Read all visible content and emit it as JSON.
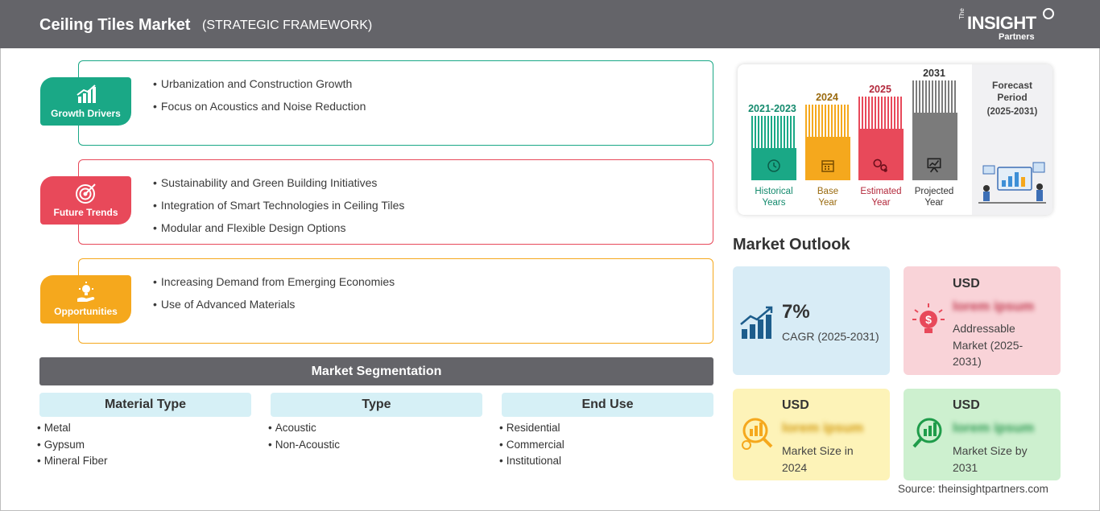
{
  "header": {
    "title": "Ceiling Tiles Market",
    "subtitle": "(STRATEGIC FRAMEWORK)",
    "logo_the": "The",
    "logo_insight": "INSIGHT",
    "logo_partners": "Partners"
  },
  "panels": [
    {
      "label": "Growth Drivers",
      "icon": "growth-chart-icon",
      "color": "#1aa886",
      "items": [
        "Urbanization and Construction Growth",
        "Focus on Acoustics and Noise Reduction"
      ]
    },
    {
      "label": "Future Trends",
      "icon": "target-icon",
      "color": "#e8495a",
      "items": [
        "Sustainability and Green Building Initiatives",
        "Integration of Smart Technologies in Ceiling Tiles",
        "Modular and Flexible Design Options"
      ]
    },
    {
      "label": "Opportunities",
      "icon": "lightbulb-hand-icon",
      "color": "#f5a81d",
      "items": [
        "Increasing Demand from Emerging Economies",
        "Use of Advanced Materials"
      ]
    }
  ],
  "segmentation": {
    "title": "Market Segmentation",
    "columns": [
      {
        "head": "Material Type",
        "items": [
          "Metal",
          "Gypsum",
          "Mineral Fiber"
        ]
      },
      {
        "head": "Type",
        "items": [
          "Acoustic",
          "Non-Acoustic"
        ]
      },
      {
        "head": "End Use",
        "items": [
          "Residential",
          "Commercial",
          "Institutional"
        ]
      }
    ]
  },
  "timeline": {
    "bars": [
      {
        "year": "2021-2023",
        "caption_1": "Historical",
        "caption_2": "Years",
        "color": "#1aa886",
        "year_color": "#138a6d",
        "icon": "history-clock-icon"
      },
      {
        "year": "2024",
        "caption_1": "Base",
        "caption_2": "Year",
        "color": "#f5a81d",
        "year_color": "#9a6a0e",
        "icon": "calendar-icon"
      },
      {
        "year": "2025",
        "caption_1": "Estimated",
        "caption_2": "Year",
        "color": "#e8495a",
        "year_color": "#b3283b",
        "icon": "gears-icon"
      },
      {
        "year": "2031",
        "caption_1": "Projected",
        "caption_2": "Year",
        "color": "#7b7b7b",
        "year_color": "#333333",
        "icon": "presentation-icon"
      }
    ],
    "forecast_label_1": "Forecast",
    "forecast_label_2": "Period",
    "forecast_range": "(2025-2031)"
  },
  "outlook": {
    "title": "Market Outlook",
    "cagr": {
      "value": "7%",
      "label": "CAGR (2025-2031)",
      "bg": "#d8ecf6"
    },
    "addressable": {
      "usd": "USD",
      "blurred": "lorem ipsum",
      "label": "Addressable Market (2025-2031)",
      "bg": "#f9d3d8"
    },
    "size_2024": {
      "usd": "USD",
      "blurred": "lorem ipsum",
      "label": "Market Size in 2024",
      "bg": "#fdf3b8"
    },
    "size_2031": {
      "usd": "USD",
      "blurred": "lorem ipsum",
      "label": "Market Size by 2031",
      "bg": "#cdf0cf"
    }
  },
  "source": "Source: theinsightpartners.com"
}
